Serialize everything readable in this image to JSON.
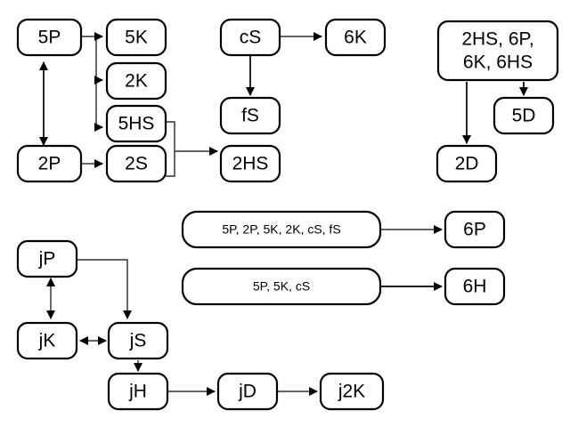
{
  "diagram": {
    "type": "flowchart",
    "title": "",
    "background_color": "#ffffff",
    "node_stroke_color": "#000000",
    "edge_color": "#4d4d4d",
    "groups": [
      {
        "name": "group-top-left",
        "nodes": [
          {
            "id": "5P",
            "label": "5P"
          },
          {
            "id": "5K",
            "label": "5K"
          },
          {
            "id": "2K",
            "label": "2K"
          },
          {
            "id": "5HS",
            "label": "5HS"
          },
          {
            "id": "2P",
            "label": "2P"
          },
          {
            "id": "2S",
            "label": "2S"
          },
          {
            "id": "2HS",
            "label": "2HS"
          }
        ]
      },
      {
        "name": "group-top-middle",
        "nodes": [
          {
            "id": "cS",
            "label": "cS"
          },
          {
            "id": "6K",
            "label": "6K"
          },
          {
            "id": "fS",
            "label": "fS"
          }
        ]
      },
      {
        "name": "group-top-right",
        "nodes": [
          {
            "id": "multi1",
            "label": "2HS, 6P,\n6K, 6HS",
            "line1": "2HS, 6P,",
            "line2": "6K, 6HS"
          },
          {
            "id": "5D",
            "label": "5D"
          },
          {
            "id": "2D",
            "label": "2D"
          }
        ]
      },
      {
        "name": "group-middle-lists",
        "nodes": [
          {
            "id": "list6P",
            "label": "5P, 2P, 5K, 2K, cS, fS"
          },
          {
            "id": "6P",
            "label": "6P"
          },
          {
            "id": "list6H",
            "label": "5P, 5K, cS"
          },
          {
            "id": "6H",
            "label": "6H"
          }
        ]
      },
      {
        "name": "group-bottom-left",
        "nodes": [
          {
            "id": "jP",
            "label": "jP"
          },
          {
            "id": "jK",
            "label": "jK"
          },
          {
            "id": "jS",
            "label": "jS"
          },
          {
            "id": "jH",
            "label": "jH"
          },
          {
            "id": "jD",
            "label": "jD"
          },
          {
            "id": "j2K",
            "label": "j2K"
          }
        ]
      }
    ],
    "edges": [
      {
        "from": "5P",
        "to": "5K",
        "direction": "forward"
      },
      {
        "from": "5P",
        "to": "2K",
        "direction": "forward"
      },
      {
        "from": "5P",
        "to": "5HS",
        "direction": "forward"
      },
      {
        "from": "5P",
        "to": "2P",
        "direction": "both"
      },
      {
        "from": "2P",
        "to": "2S",
        "direction": "forward"
      },
      {
        "from": "5HS",
        "to": "2HS",
        "direction": "forward"
      },
      {
        "from": "2S",
        "to": "2HS",
        "direction": "forward"
      },
      {
        "from": "cS",
        "to": "6K",
        "direction": "forward"
      },
      {
        "from": "cS",
        "to": "fS",
        "direction": "forward"
      },
      {
        "from": "multi1",
        "to": "2D",
        "direction": "forward"
      },
      {
        "from": "multi1",
        "to": "5D",
        "direction": "forward"
      },
      {
        "from": "list6P",
        "to": "6P",
        "direction": "forward"
      },
      {
        "from": "list6H",
        "to": "6H",
        "direction": "forward"
      },
      {
        "from": "jP",
        "to": "jK",
        "direction": "both"
      },
      {
        "from": "jP",
        "to": "jS",
        "direction": "forward"
      },
      {
        "from": "jK",
        "to": "jS",
        "direction": "both"
      },
      {
        "from": "jS",
        "to": "jH",
        "direction": "forward"
      },
      {
        "from": "jH",
        "to": "jD",
        "direction": "forward"
      },
      {
        "from": "jD",
        "to": "j2K",
        "direction": "forward"
      }
    ],
    "labels": {
      "n_5P": "5P",
      "n_5K": "5K",
      "n_2K": "2K",
      "n_5HS": "5HS",
      "n_2P": "2P",
      "n_2S": "2S",
      "n_2HS": "2HS",
      "n_cS": "cS",
      "n_6K": "6K",
      "n_fS": "fS",
      "n_multi1_line1": "2HS, 6P,",
      "n_multi1_line2": "6K, 6HS",
      "n_5D": "5D",
      "n_2D": "2D",
      "n_list6P": "5P, 2P, 5K, 2K, cS, fS",
      "n_6P": "6P",
      "n_list6H": "5P, 5K, cS",
      "n_6H": "6H",
      "n_jP": "jP",
      "n_jK": "jK",
      "n_jS": "jS",
      "n_jH": "jH",
      "n_jD": "jD",
      "n_j2K": "j2K"
    }
  }
}
